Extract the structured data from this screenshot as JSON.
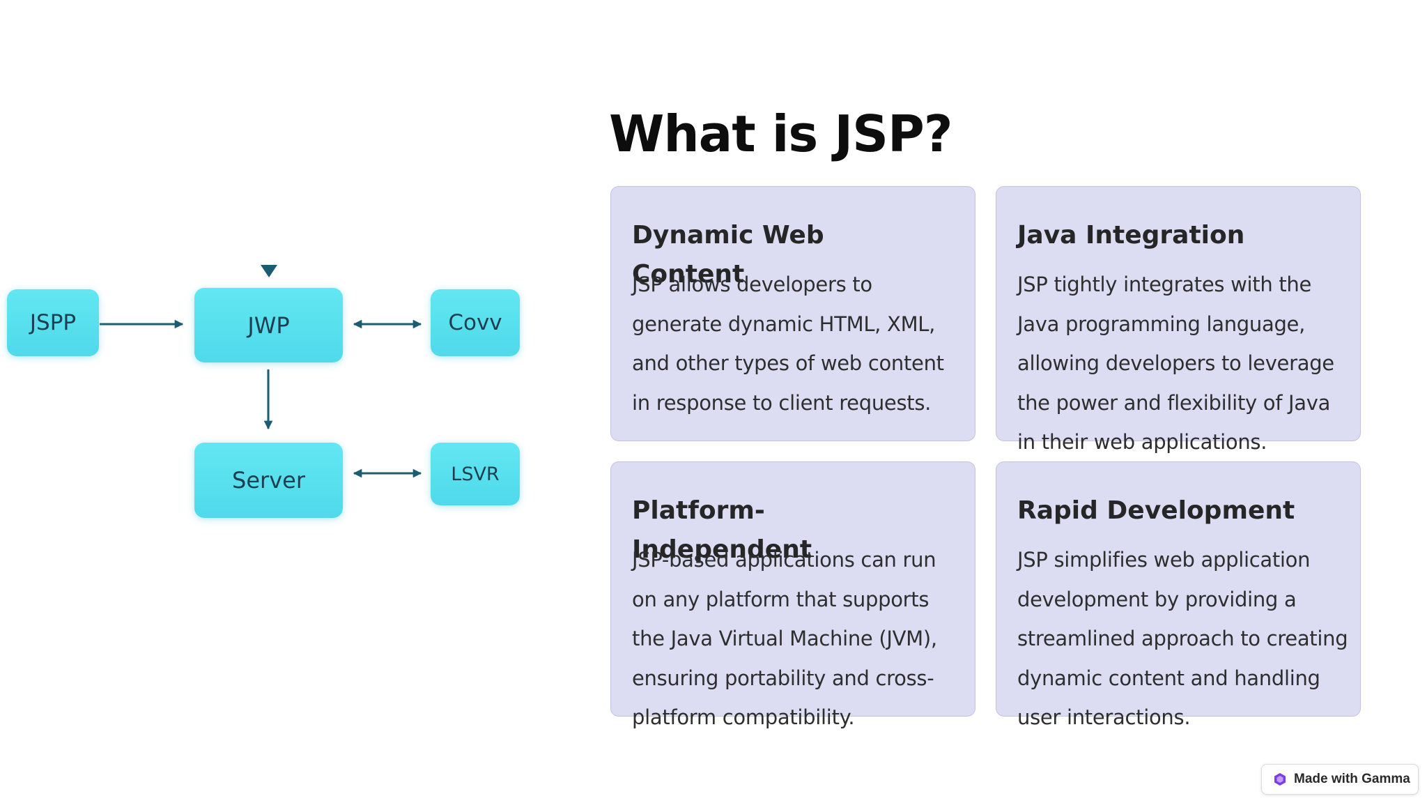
{
  "slide": {
    "title": "What is JSP?"
  },
  "diagram": {
    "node_color": "#5ae2ef",
    "arrow_color": "#1b5c72",
    "nodes": {
      "jspp": "JSPP",
      "jwp": "JWP",
      "covv": "Covv",
      "server": "Server",
      "lsvr": "LSVR"
    }
  },
  "cards": [
    {
      "title": "Dynamic Web Content",
      "text": "JSP allows developers to generate dynamic HTML, XML, and other types of web content in response to client requests."
    },
    {
      "title": "Java Integration",
      "text": "JSP tightly integrates with the Java programming language, allowing developers to leverage the power and flexibility of Java in their web applications."
    },
    {
      "title": "Platform-Independent",
      "text": "JSP-based applications can run on any platform that supports the Java Virtual Machine (JVM), ensuring portability and cross-platform compatibility."
    },
    {
      "title": "Rapid Development",
      "text": "JSP simplifies web application development by providing a streamlined approach to creating dynamic content and handling user interactions."
    }
  ],
  "badge": {
    "label": "Made with Gamma",
    "icon": "gamma-logo-icon",
    "accent": "#7b3fe4"
  }
}
